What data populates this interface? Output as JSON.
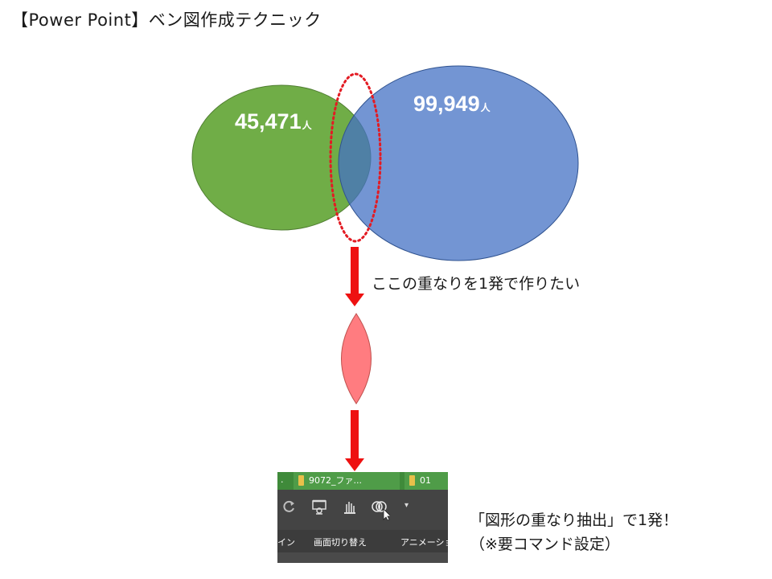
{
  "slide": {
    "title": "【Power Point】ベン図作成テクニック"
  },
  "venn": {
    "left_count": "45,471",
    "left_unit": "人",
    "right_count": "99,949",
    "right_unit": "人",
    "colors": {
      "left_circle": "#70ad47",
      "right_circle": "#4472c4",
      "intersection_shape": "#ff7c80",
      "highlight_outline": "#e31b23",
      "arrow": "#ee1111"
    }
  },
  "captions": {
    "middle": "ここの重なりを1発で作りたい",
    "bottom_line1": "「図形の重なり抽出」で1発！",
    "bottom_line2": "（※要コマンド設定）"
  },
  "ribbon_screenshot": {
    "left_dot": ".",
    "folder_tab_1": "9072_ファ...",
    "folder_tab_2": "01",
    "qat_more": "▾",
    "label_left": "イン",
    "label_transitions": "画面切り替え",
    "label_animations": "アニメーショ",
    "icons": [
      "undo-icon",
      "present-from-start-icon",
      "touch-mode-icon",
      "shape-intersect-icon",
      "qat-more-icon"
    ],
    "colors": {
      "background": "#3a3a3a",
      "tab_green": "#4f9c48"
    }
  }
}
